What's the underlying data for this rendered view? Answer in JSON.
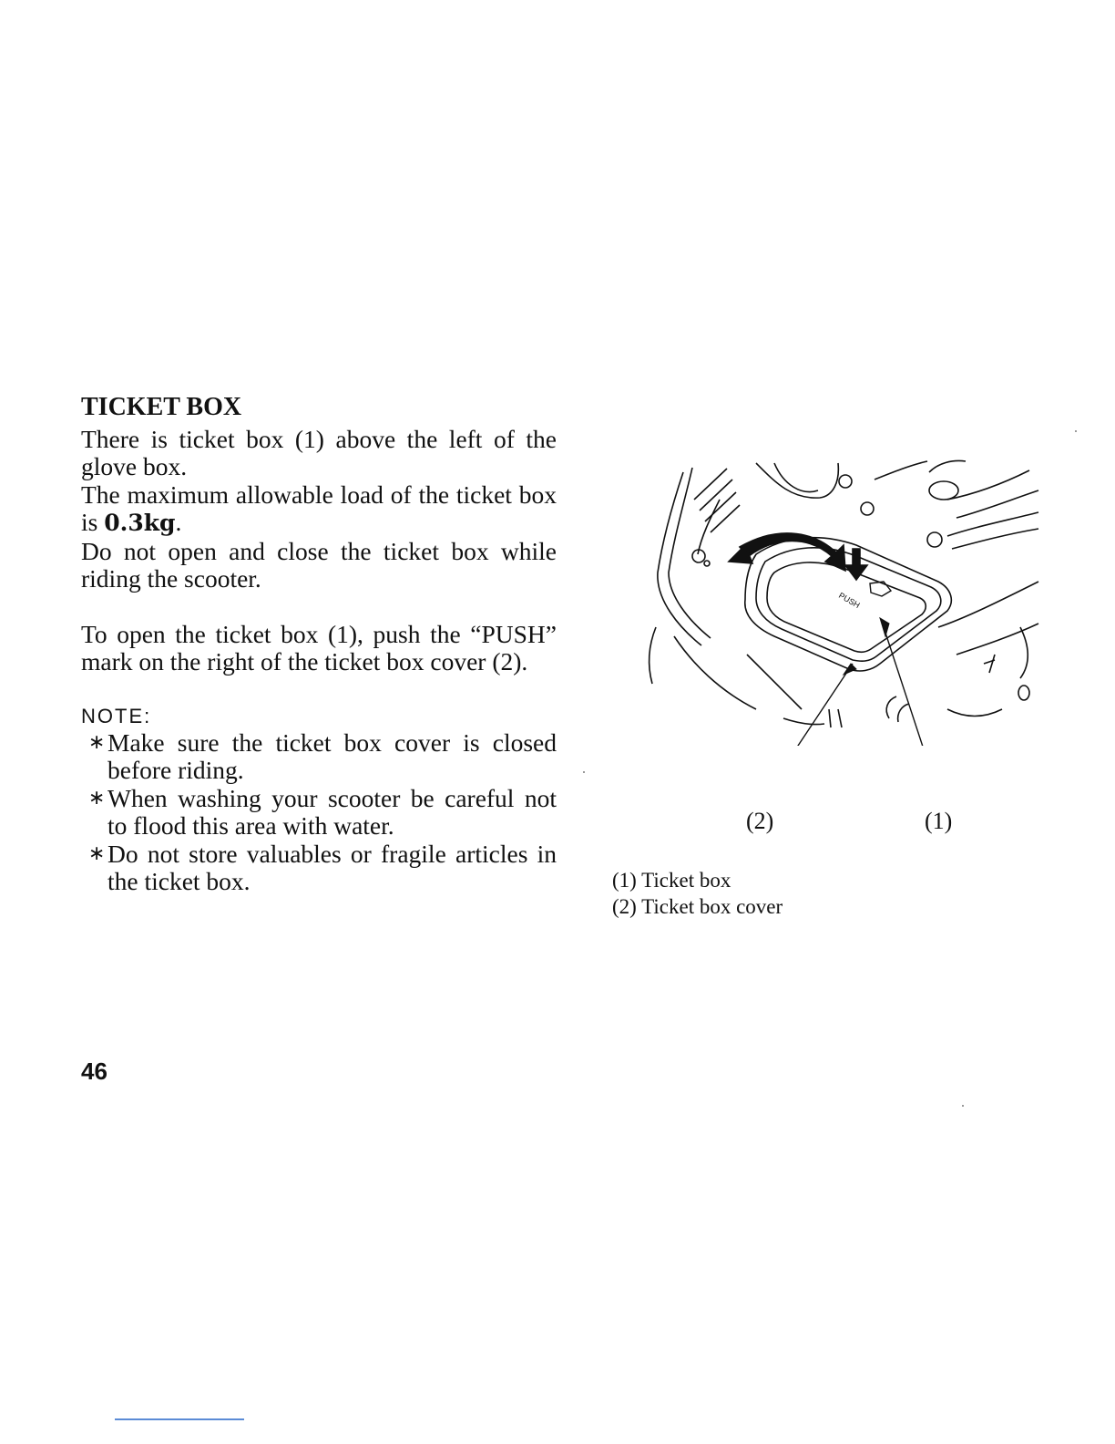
{
  "section": {
    "title": "TICKET BOX",
    "p1": "There is ticket box (1) above the left of the glove box.",
    "p2_before": "The maximum allowable load of the ticket box is ",
    "p2_bold": "0.3kg",
    "p2_after": ".",
    "p3": "Do not open and close the ticket box while riding the scooter.",
    "p4": "To open the ticket box (1), push the “PUSH” mark on the right of the ticket box cover (2)."
  },
  "note": {
    "label": "NOTE:",
    "bullet_symbol": "∗",
    "items": [
      "Make sure the ticket box cover is closed before riding.",
      "When washing your scooter be careful not to flood this area with water.",
      "Do not store valuables or fragile articles in the ticket box."
    ]
  },
  "figure": {
    "callouts": [
      "(2)",
      "(1)"
    ],
    "push_mark": "PUSH",
    "legend": [
      "(1) Ticket box",
      "(2) Ticket box cover"
    ]
  },
  "page_number": "46"
}
